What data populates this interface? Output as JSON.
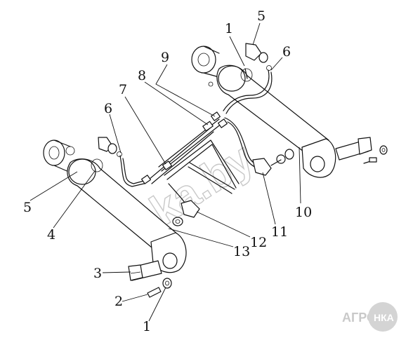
{
  "callouts": [
    {
      "id": "c1a",
      "text": "1"
    },
    {
      "id": "c1b",
      "text": "1"
    },
    {
      "id": "c2",
      "text": "2"
    },
    {
      "id": "c3",
      "text": "3"
    },
    {
      "id": "c4",
      "text": "4"
    },
    {
      "id": "c5a",
      "text": "5"
    },
    {
      "id": "c5b",
      "text": "5"
    },
    {
      "id": "c6a",
      "text": "6"
    },
    {
      "id": "c6b",
      "text": "6"
    },
    {
      "id": "c7",
      "text": "7"
    },
    {
      "id": "c8",
      "text": "8"
    },
    {
      "id": "c9",
      "text": "9"
    },
    {
      "id": "c10",
      "text": "10"
    },
    {
      "id": "c11",
      "text": "11"
    },
    {
      "id": "c12",
      "text": "12"
    },
    {
      "id": "c13",
      "text": "13"
    }
  ],
  "watermark": "nka.by",
  "brand": {
    "prefix": "АГРО",
    "badge": "НКА"
  },
  "colors": {
    "ink": "#111111",
    "watermark": "#c8c8c8",
    "background": "#ffffff"
  }
}
